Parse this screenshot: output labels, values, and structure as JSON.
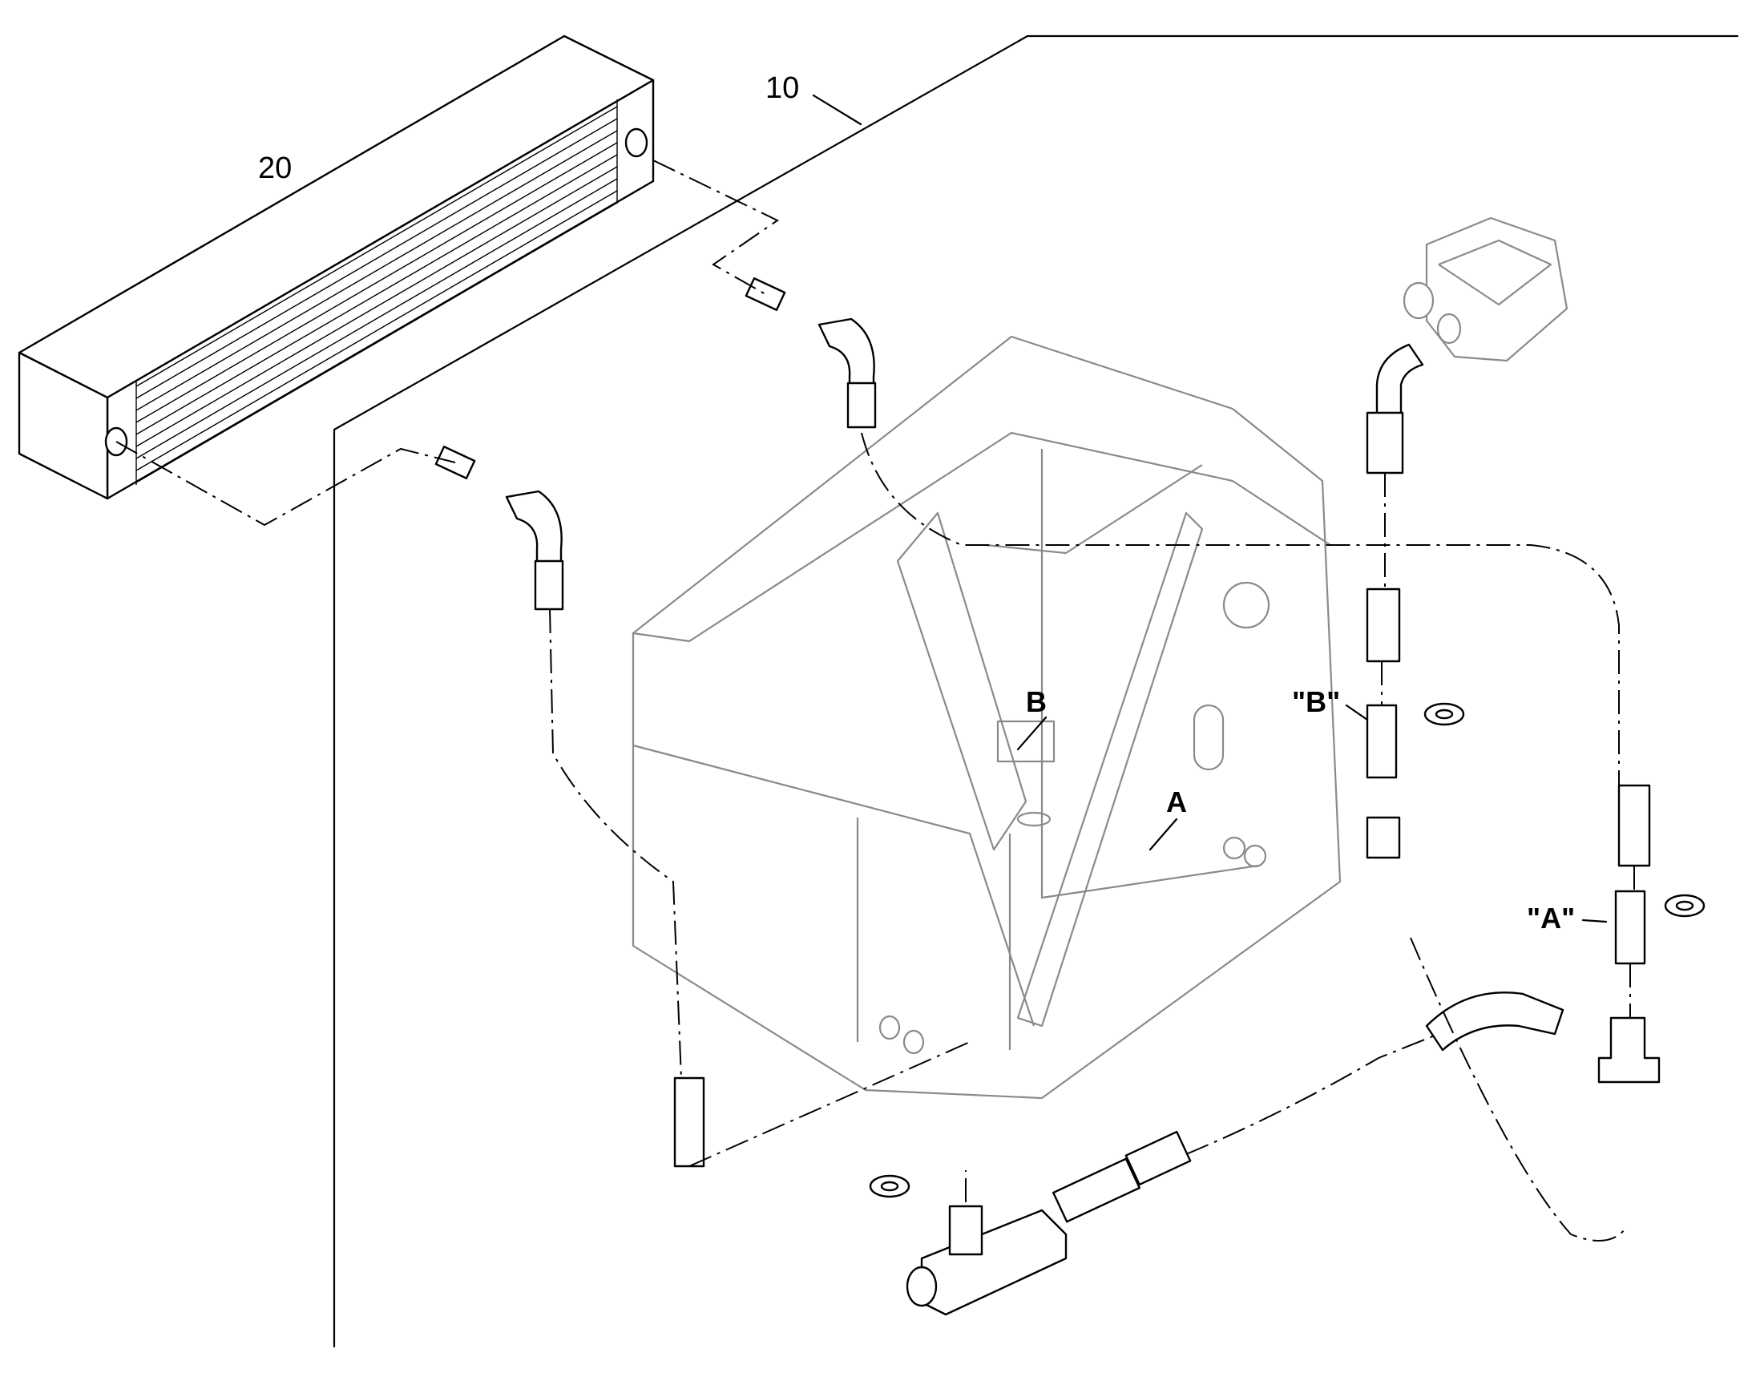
{
  "callouts": {
    "part_10": "10",
    "part_20": "20",
    "point_a": "A",
    "point_b": "B",
    "detail_a": "\"A\"",
    "detail_b": "\"B\""
  },
  "icons": {
    "oil_cooler": "oil-cooler-icon",
    "frame": "chassis-frame-icon",
    "pump": "hydraulic-pump-icon",
    "fitting": "fitting-icon",
    "seal": "seal-washer-icon",
    "hose": "hose-icon"
  }
}
